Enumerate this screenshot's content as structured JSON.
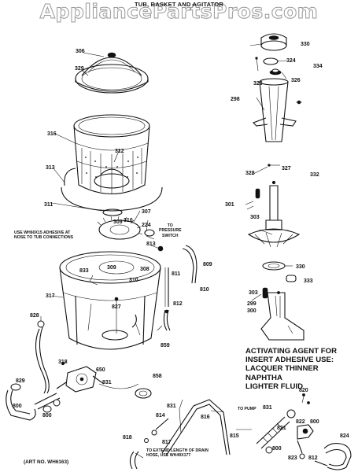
{
  "watermark": "AppliancePartsPros.com",
  "title": "TUB, BASKET AND AGITATOR",
  "notes": {
    "adhesive": [
      "USE WH60X15 ADHESIVE AT",
      "NOSE TO TUB CONNECTIONS"
    ],
    "pressure_switch": [
      "TO",
      "PRESSURE",
      "SWITCH"
    ],
    "pump": "TO PUMP",
    "drain_hose": [
      "TO EXTEND LENGTH OF DRAIN",
      "HOSE, USE WH49X177"
    ],
    "art_no": "(ART NO. WH6163)"
  },
  "activating_agent": [
    "ACTIVATING AGENT FOR",
    "INSERT ADHESIVE USE:",
    "LACQUER THINNER",
    "NAPHTHA",
    "LIGHTER FLUID"
  ],
  "part_numbers": {
    "p306": "306",
    "p329": "329",
    "p316": "316",
    "p312": "312",
    "p313": "313",
    "p311": "311",
    "p307": "307",
    "p309a": "309",
    "p310a": "310",
    "p224": "224",
    "p813": "813",
    "p809": "809",
    "p833": "833",
    "p309b": "309",
    "p308": "308",
    "p310b": "310",
    "p811": "811",
    "p810": "810",
    "p317": "317",
    "p827": "827",
    "p812a": "812",
    "p828": "828",
    "p859": "859",
    "p318": "318",
    "p650": "650",
    "p858": "858",
    "p829": "829",
    "p831a": "831",
    "p800a": "800",
    "p800b": "800",
    "p814": "814",
    "p831b": "831",
    "p816": "816",
    "p817": "817",
    "p815": "815",
    "p818": "818",
    "p330a": "330",
    "p324": "324",
    "p334": "334",
    "p328a": "328",
    "p326": "326",
    "p298": "298",
    "p328b": "328",
    "p327": "327",
    "p332": "332",
    "p301": "301",
    "p303a": "303",
    "p330b": "330",
    "p333": "333",
    "p303b": "303",
    "p299": "299",
    "p300": "300",
    "p820": "820",
    "p831c": "831",
    "p822": "822",
    "p800c": "800",
    "p821": "821",
    "p800d": "800",
    "p823": "823",
    "p812b": "812",
    "p824": "824"
  },
  "colors": {
    "ink": "#111111",
    "paper": "#ffffff",
    "watermark_outline": "#9a9a9a"
  }
}
